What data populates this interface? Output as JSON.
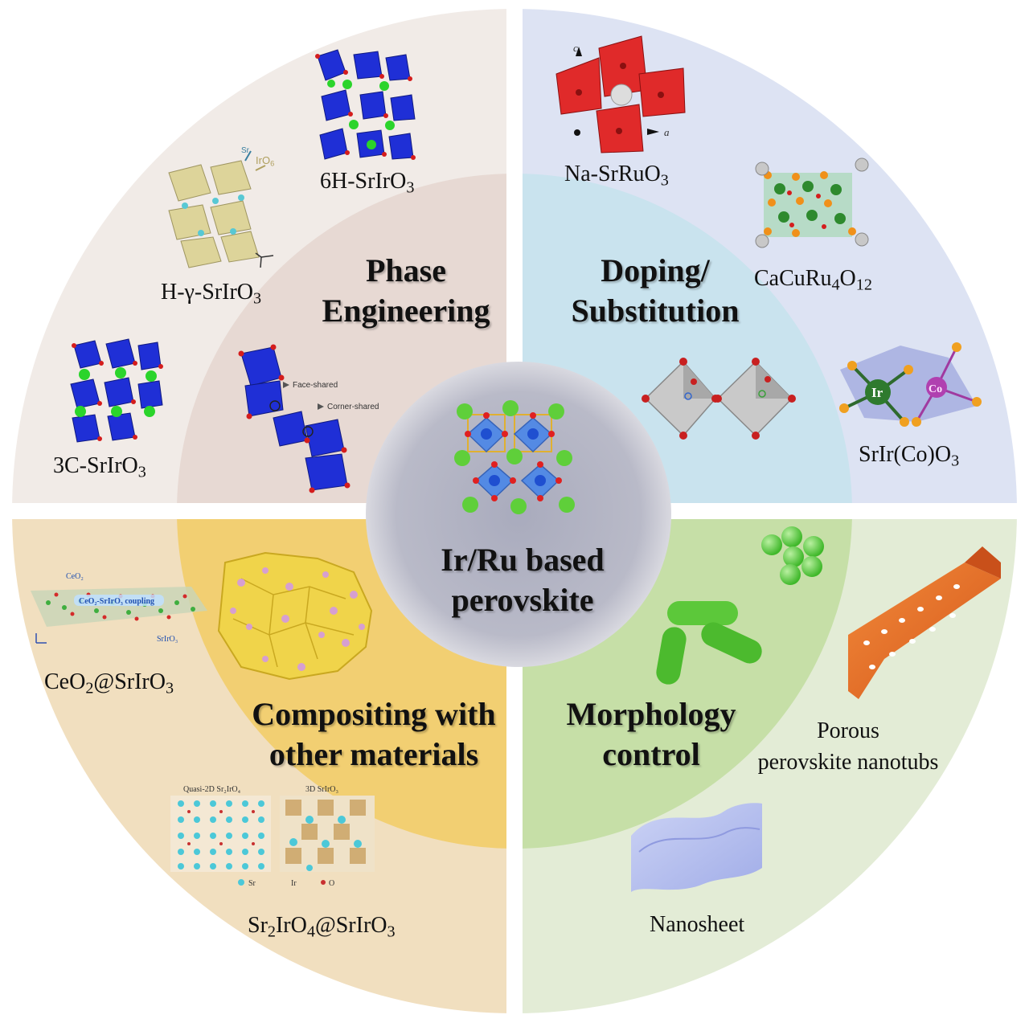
{
  "center": {
    "line1": "Ir/Ru based",
    "line2": "perovskite"
  },
  "quadrants": {
    "phase": {
      "title_line1": "Phase",
      "title_line2": "Engineering",
      "labels": {
        "h6": {
          "pre": "6H-SrIrO",
          "sub": "3"
        },
        "hgamma": {
          "pre": "H-γ-SrIrO",
          "sub": "3"
        },
        "c3": {
          "pre": "3C-SrIrO",
          "sub": "3"
        }
      },
      "annotations": {
        "face": "Face-shared",
        "corner": "Corner-shared",
        "sr": "Sr",
        "iro6": "IrO",
        "iro6_sub": "6"
      }
    },
    "doping": {
      "title_line1": "Doping/",
      "title_line2": "Substitution",
      "labels": {
        "na": {
          "pre": "Na-SrRuO",
          "sub": "3"
        },
        "cacu": {
          "pre": "CaCuRu",
          "sub1": "4",
          "mid": "O",
          "sub2": "12"
        },
        "srirco": {
          "pre": "SrIr(Co)O",
          "sub": "3"
        }
      },
      "annotations": {
        "ir": "Ir",
        "co": "Co",
        "c_axis": "c",
        "a_axis": "a"
      }
    },
    "composite": {
      "title_line1": "Compositing with",
      "title_line2": "other materials",
      "labels": {
        "ceo2": {
          "pre": "CeO",
          "sub1": "2",
          "mid": "@SrIrO",
          "sub2": "3"
        },
        "sr2iro4": {
          "pre": "Sr",
          "sub1": "2",
          "mid": "IrO",
          "sub2": "4",
          "mid2": "@SrIrO",
          "sub3": "3"
        }
      },
      "annotations": {
        "ceo2_small": "CeO₂",
        "coupling": "CeO₂-SrIrO₃ coupling",
        "srIro3_small": "SrIrO₃",
        "quasi": "Quasi-2D Sr₂IrO₄",
        "threed": "3D SrIrO₃",
        "sr_key": "Sr",
        "ir_key": "Ir",
        "o_key": "O"
      }
    },
    "morphology": {
      "title_line1": "Morphology",
      "title_line2": "control",
      "labels": {
        "porous1": "Porous",
        "porous2": "perovskite nanotubs",
        "nanosheet": "Nanosheet"
      }
    }
  },
  "colors": {
    "phase_outer": "#f1ebe7",
    "phase_inner": "#e7d9d3",
    "doping_outer": "#dde3f3",
    "doping_inner": "#c9e3ee",
    "composite_outer": "#f1dfbf",
    "composite_inner": "#f2cf72",
    "morph_outer": "#e3ecd6",
    "morph_inner": "#c6dfa7",
    "center": "#b5b6c4",
    "octahedron_blue": "#1f2fd6",
    "oxygen_red": "#d41d1d",
    "sr_green": "#36c92e",
    "tube_orange": "#e86b1f",
    "sheet_lavender": "#b6bff2"
  }
}
